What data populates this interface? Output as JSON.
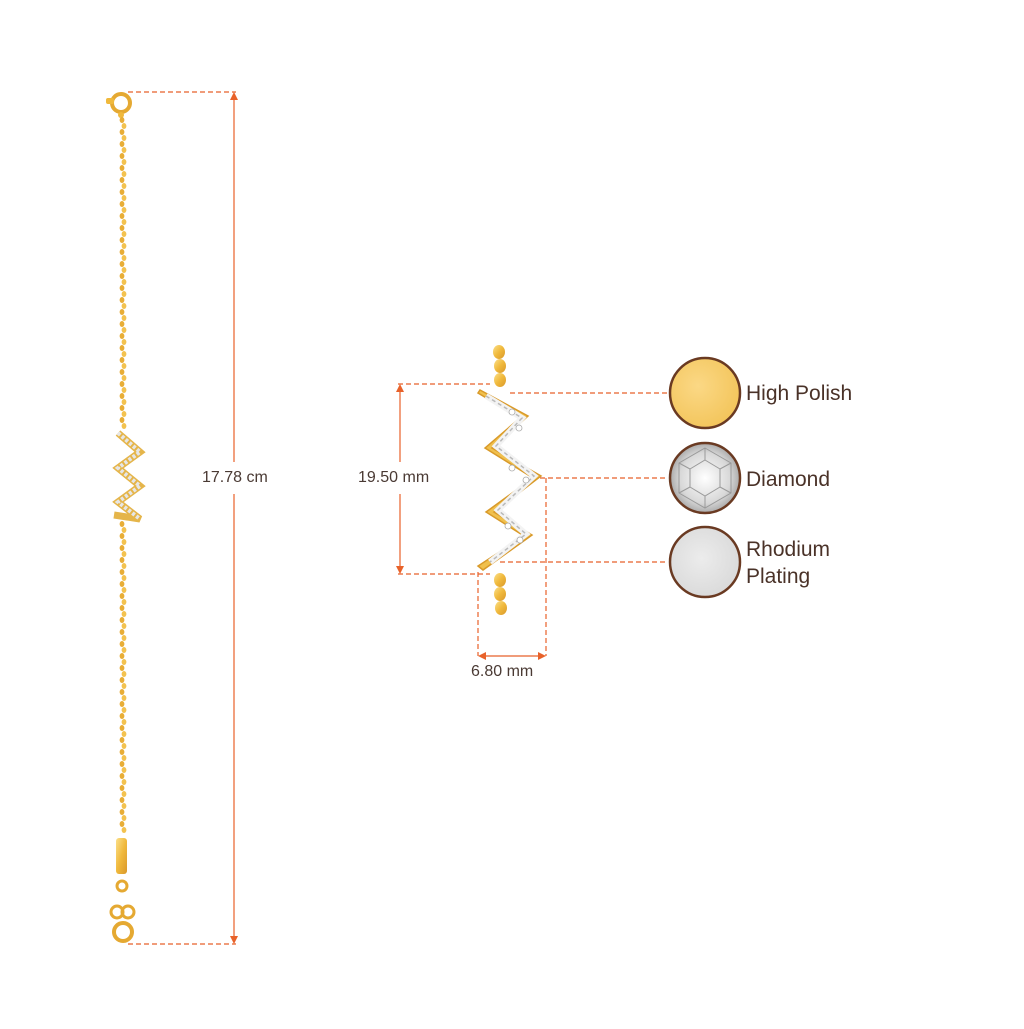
{
  "measurements": {
    "bracelet_length": "17.78 cm",
    "pendant_height": "19.50 mm",
    "pendant_width": "6.80 mm"
  },
  "legend": [
    {
      "label": "High Polish",
      "swatch": "gold-swatch-icon",
      "color": "#f7cc6a"
    },
    {
      "label": "Diamond",
      "swatch": "diamond-swatch-icon",
      "color": "#e8e8e8"
    },
    {
      "label": "Rhodium Plating",
      "label_line1": "Rhodium",
      "label_line2": "Plating",
      "swatch": "rhodium-swatch-icon",
      "color": "#e3e3e3"
    }
  ],
  "colors": {
    "dimension_line": "#e8622a",
    "gold": "#f3c24f",
    "swatch_border": "#6a3a22",
    "text": "#4a3228"
  }
}
